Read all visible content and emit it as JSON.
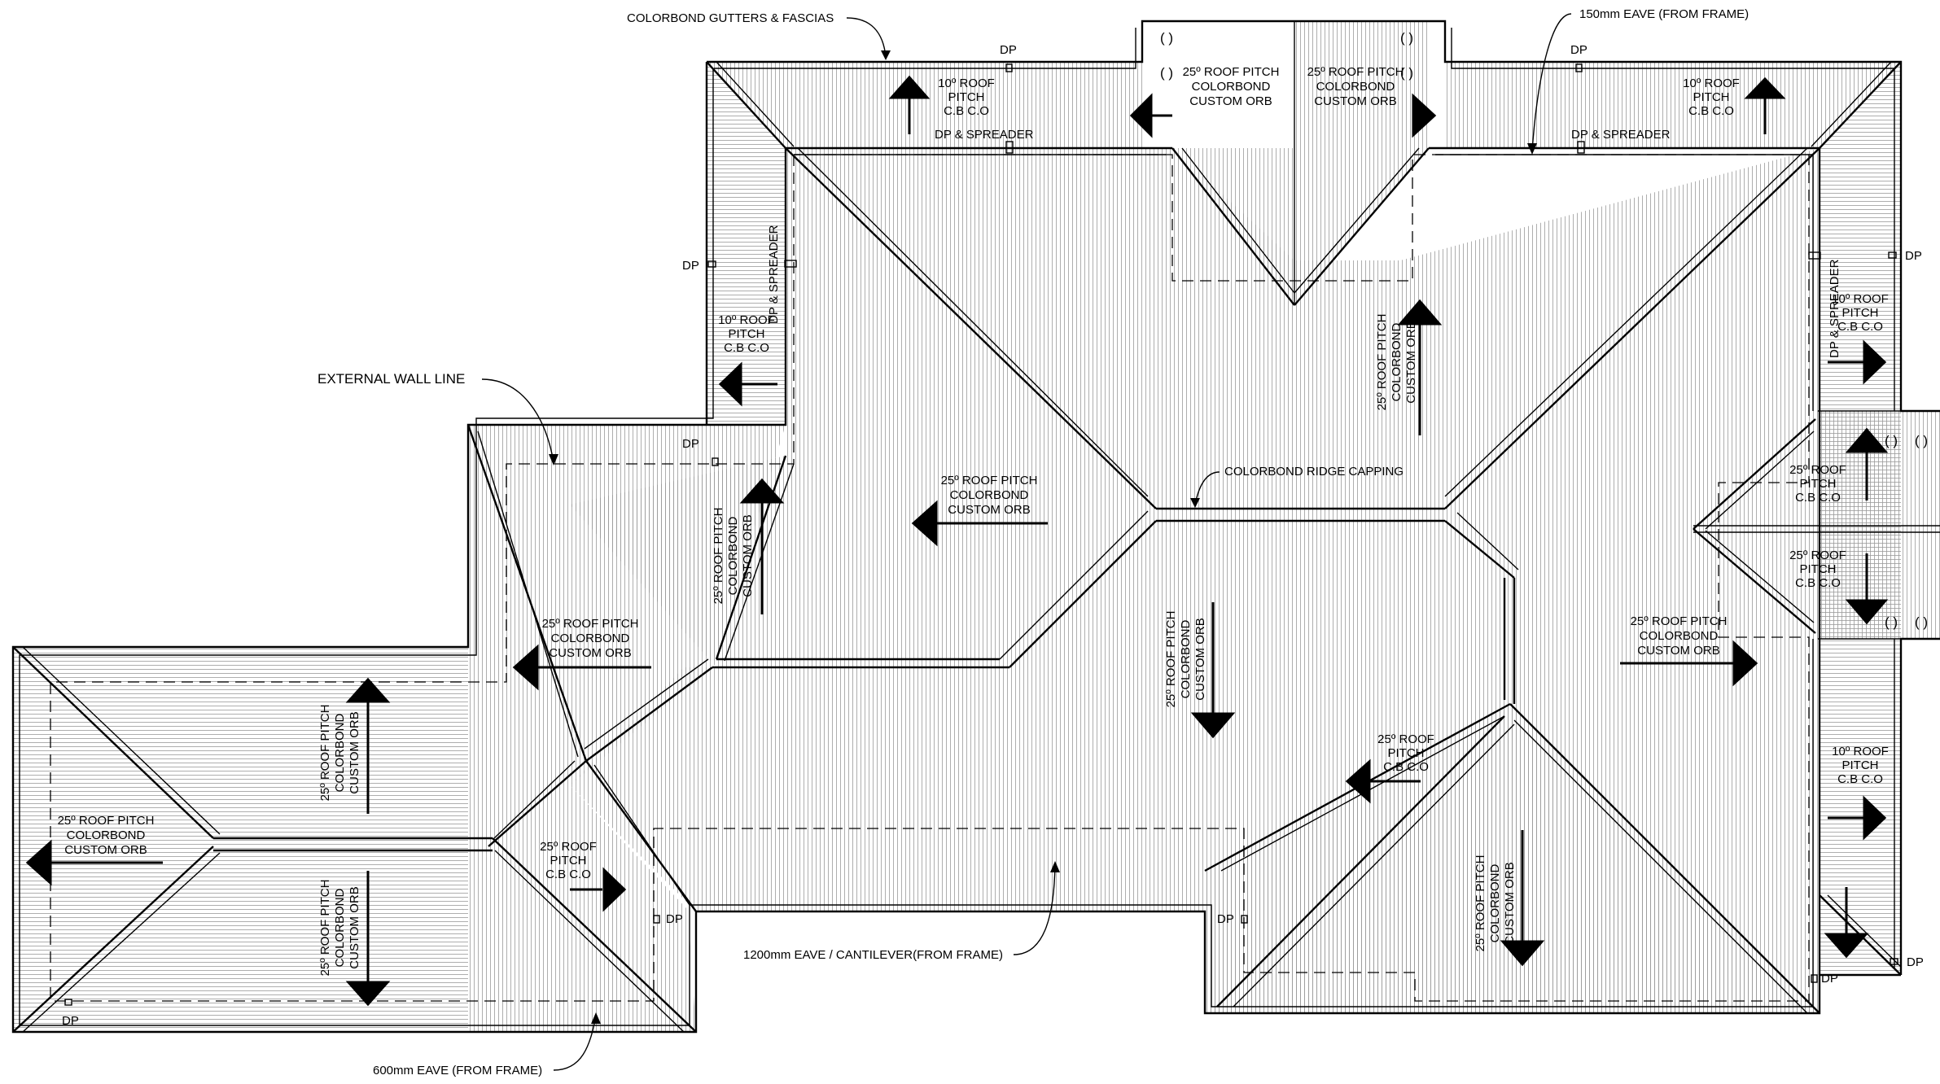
{
  "callouts": {
    "gutters": "COLORBOND GUTTERS & FASCIAS",
    "eave_150": "150mm EAVE (FROM FRAME)",
    "external_wall": "EXTERNAL WALL LINE",
    "ridge_capping": "COLORBOND RIDGE CAPPING",
    "eave_1200": "1200mm EAVE / CANTILEVER(FROM FRAME)",
    "eave_600": "600mm EAVE (FROM FRAME)"
  },
  "downpipe_label": "DP",
  "spreader_label": "DP & SPREADER",
  "pitch_10_line1": "10º ROOF",
  "pitch_10_line2": "PITCH",
  "pitch_10_line3": "C.B C.O",
  "pitch_25_line1": "25º ROOF PITCH",
  "pitch_25_line2": "COLORBOND",
  "pitch_25_line3": "CUSTOM ORB",
  "pitch_25s_line1": "25º ROOF",
  "pitch_25s_line2": "PITCH",
  "pitch_25s_line3": "C.B C.O"
}
